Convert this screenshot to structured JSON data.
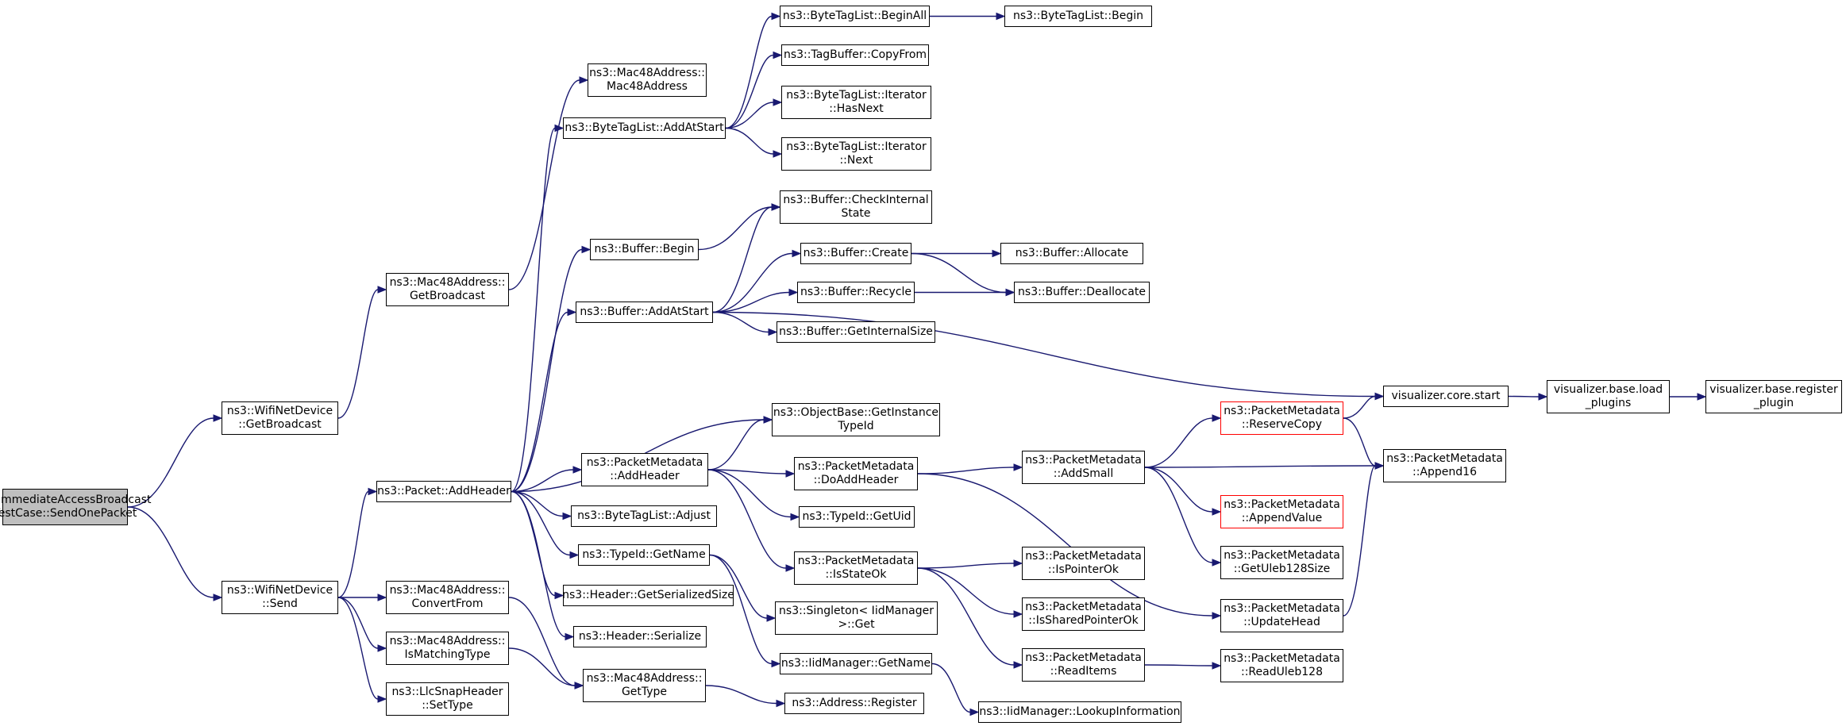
{
  "colors": {
    "edge": "#191970",
    "border": "#000000",
    "truncated_border": "#ff0000",
    "root_fill": "#bfbfbf"
  },
  "nodes": [
    {
      "id": "root",
      "label": "DcfImmediateAccessBroadcast\nTestCase::SendOnePacket",
      "root": true
    },
    {
      "id": "wnd_getbroadcast",
      "label": "ns3::WifiNetDevice\n::GetBroadcast"
    },
    {
      "id": "wnd_send",
      "label": "ns3::WifiNetDevice\n::Send"
    },
    {
      "id": "mac48_getbroadcast",
      "label": "ns3::Mac48Address::\nGetBroadcast"
    },
    {
      "id": "mac48_ctor",
      "label": "ns3::Mac48Address::\nMac48Address"
    },
    {
      "id": "packet_addheader",
      "label": "ns3::Packet::AddHeader"
    },
    {
      "id": "mac48_convertfrom",
      "label": "ns3::Mac48Address::\nConvertFrom"
    },
    {
      "id": "mac48_ismatchingtype",
      "label": "ns3::Mac48Address::\nIsMatchingType"
    },
    {
      "id": "llcsnap_settype",
      "label": "ns3::LlcSnapHeader\n::SetType"
    },
    {
      "id": "btl_addatstart",
      "label": "ns3::ByteTagList::AddAtStart"
    },
    {
      "id": "buffer_begin",
      "label": "ns3::Buffer::Begin"
    },
    {
      "id": "buffer_addatstart",
      "label": "ns3::Buffer::AddAtStart"
    },
    {
      "id": "pm_addheader",
      "label": "ns3::PacketMetadata\n::AddHeader"
    },
    {
      "id": "btl_adjust",
      "label": "ns3::ByteTagList::Adjust"
    },
    {
      "id": "typeid_getname",
      "label": "ns3::TypeId::GetName"
    },
    {
      "id": "header_getserializedsize",
      "label": "ns3::Header::GetSerializedSize"
    },
    {
      "id": "header_serialize",
      "label": "ns3::Header::Serialize"
    },
    {
      "id": "mac48_gettype",
      "label": "ns3::Mac48Address::\nGetType"
    },
    {
      "id": "btl_beginall",
      "label": "ns3::ByteTagList::BeginAll"
    },
    {
      "id": "tagbuffer_copyfrom",
      "label": "ns3::TagBuffer::CopyFrom"
    },
    {
      "id": "btl_iter_hasnext",
      "label": "ns3::ByteTagList::Iterator\n::HasNext"
    },
    {
      "id": "btl_iter_next",
      "label": "ns3::ByteTagList::Iterator\n::Next"
    },
    {
      "id": "buffer_checkinternalstate",
      "label": "ns3::Buffer::CheckInternal\nState"
    },
    {
      "id": "buffer_create",
      "label": "ns3::Buffer::Create"
    },
    {
      "id": "buffer_recycle",
      "label": "ns3::Buffer::Recycle"
    },
    {
      "id": "buffer_getinternalsize",
      "label": "ns3::Buffer::GetInternalSize"
    },
    {
      "id": "objectbase_getinstancetypeid",
      "label": "ns3::ObjectBase::GetInstance\nTypeId"
    },
    {
      "id": "pm_doaddheader",
      "label": "ns3::PacketMetadata\n::DoAddHeader"
    },
    {
      "id": "typeid_getuid",
      "label": "ns3::TypeId::GetUid"
    },
    {
      "id": "pm_isstateok",
      "label": "ns3::PacketMetadata\n::IsStateOk"
    },
    {
      "id": "singleton_get",
      "label": "ns3::Singleton< IidManager\n>::Get"
    },
    {
      "id": "iidmanager_getname",
      "label": "ns3::IidManager::GetName"
    },
    {
      "id": "address_register",
      "label": "ns3::Address::Register"
    },
    {
      "id": "btl_begin",
      "label": "ns3::ByteTagList::Begin"
    },
    {
      "id": "buffer_allocate",
      "label": "ns3::Buffer::Allocate"
    },
    {
      "id": "buffer_deallocate",
      "label": "ns3::Buffer::Deallocate"
    },
    {
      "id": "viz_core_start",
      "label": "visualizer.core.start"
    },
    {
      "id": "pm_addsmall",
      "label": "ns3::PacketMetadata\n::AddSmall"
    },
    {
      "id": "pm_ispointerok",
      "label": "ns3::PacketMetadata\n::IsPointerOk"
    },
    {
      "id": "pm_issharedpointerok",
      "label": "ns3::PacketMetadata\n::IsSharedPointerOk"
    },
    {
      "id": "pm_readitems",
      "label": "ns3::PacketMetadata\n::ReadItems"
    },
    {
      "id": "iidmanager_lookupinformation",
      "label": "ns3::IidManager::LookupInformation"
    },
    {
      "id": "viz_base_load_plugins",
      "label": "visualizer.base.load\n_plugins"
    },
    {
      "id": "pm_reservecopy",
      "label": "ns3::PacketMetadata\n::ReserveCopy",
      "truncated": true
    },
    {
      "id": "pm_appendvalue",
      "label": "ns3::PacketMetadata\n::AppendValue",
      "truncated": true
    },
    {
      "id": "pm_getuleb128size",
      "label": "ns3::PacketMetadata\n::GetUleb128Size"
    },
    {
      "id": "pm_updatehead",
      "label": "ns3::PacketMetadata\n::UpdateHead"
    },
    {
      "id": "pm_readuleb128",
      "label": "ns3::PacketMetadata\n::ReadUleb128"
    },
    {
      "id": "viz_base_register_plugin",
      "label": "visualizer.base.register\n_plugin"
    },
    {
      "id": "pm_append16",
      "label": "ns3::PacketMetadata\n::Append16"
    }
  ],
  "edges": [
    [
      "root",
      "wnd_getbroadcast"
    ],
    [
      "root",
      "wnd_send"
    ],
    [
      "wnd_getbroadcast",
      "mac48_getbroadcast"
    ],
    [
      "mac48_getbroadcast",
      "mac48_ctor"
    ],
    [
      "wnd_send",
      "packet_addheader"
    ],
    [
      "wnd_send",
      "mac48_convertfrom"
    ],
    [
      "wnd_send",
      "mac48_ismatchingtype"
    ],
    [
      "wnd_send",
      "llcsnap_settype"
    ],
    [
      "mac48_convertfrom",
      "mac48_gettype"
    ],
    [
      "mac48_ismatchingtype",
      "mac48_gettype"
    ],
    [
      "packet_addheader",
      "btl_addatstart"
    ],
    [
      "packet_addheader",
      "buffer_begin"
    ],
    [
      "packet_addheader",
      "buffer_addatstart"
    ],
    [
      "packet_addheader",
      "objectbase_getinstancetypeid"
    ],
    [
      "packet_addheader",
      "pm_addheader"
    ],
    [
      "packet_addheader",
      "btl_adjust"
    ],
    [
      "packet_addheader",
      "typeid_getname"
    ],
    [
      "packet_addheader",
      "header_getserializedsize"
    ],
    [
      "packet_addheader",
      "header_serialize"
    ],
    [
      "btl_addatstart",
      "btl_beginall"
    ],
    [
      "btl_addatstart",
      "tagbuffer_copyfrom"
    ],
    [
      "btl_addatstart",
      "btl_iter_hasnext"
    ],
    [
      "btl_addatstart",
      "btl_iter_next"
    ],
    [
      "btl_beginall",
      "btl_begin"
    ],
    [
      "buffer_begin",
      "buffer_checkinternalstate"
    ],
    [
      "buffer_addatstart",
      "buffer_checkinternalstate"
    ],
    [
      "buffer_addatstart",
      "buffer_create"
    ],
    [
      "buffer_addatstart",
      "buffer_recycle"
    ],
    [
      "buffer_addatstart",
      "buffer_getinternalsize"
    ],
    [
      "buffer_addatstart",
      "viz_core_start"
    ],
    [
      "buffer_create",
      "buffer_allocate"
    ],
    [
      "buffer_create",
      "buffer_deallocate"
    ],
    [
      "buffer_recycle",
      "buffer_deallocate"
    ],
    [
      "pm_addheader",
      "objectbase_getinstancetypeid"
    ],
    [
      "pm_addheader",
      "pm_doaddheader"
    ],
    [
      "pm_addheader",
      "typeid_getuid"
    ],
    [
      "pm_addheader",
      "pm_isstateok"
    ],
    [
      "typeid_getname",
      "singleton_get"
    ],
    [
      "typeid_getname",
      "iidmanager_getname"
    ],
    [
      "iidmanager_getname",
      "iidmanager_lookupinformation"
    ],
    [
      "mac48_gettype",
      "address_register"
    ],
    [
      "pm_doaddheader",
      "pm_addsmall"
    ],
    [
      "pm_doaddheader",
      "pm_updatehead"
    ],
    [
      "pm_isstateok",
      "pm_ispointerok"
    ],
    [
      "pm_isstateok",
      "pm_issharedpointerok"
    ],
    [
      "pm_isstateok",
      "pm_readitems"
    ],
    [
      "pm_readitems",
      "pm_readuleb128"
    ],
    [
      "viz_core_start",
      "viz_base_load_plugins"
    ],
    [
      "viz_base_load_plugins",
      "viz_base_register_plugin"
    ],
    [
      "pm_addsmall",
      "pm_reservecopy"
    ],
    [
      "pm_addsmall",
      "pm_append16"
    ],
    [
      "pm_addsmall",
      "pm_appendvalue"
    ],
    [
      "pm_addsmall",
      "pm_getuleb128size"
    ],
    [
      "pm_reservecopy",
      "viz_core_start"
    ],
    [
      "pm_reservecopy",
      "pm_append16"
    ],
    [
      "pm_updatehead",
      "pm_append16"
    ]
  ]
}
